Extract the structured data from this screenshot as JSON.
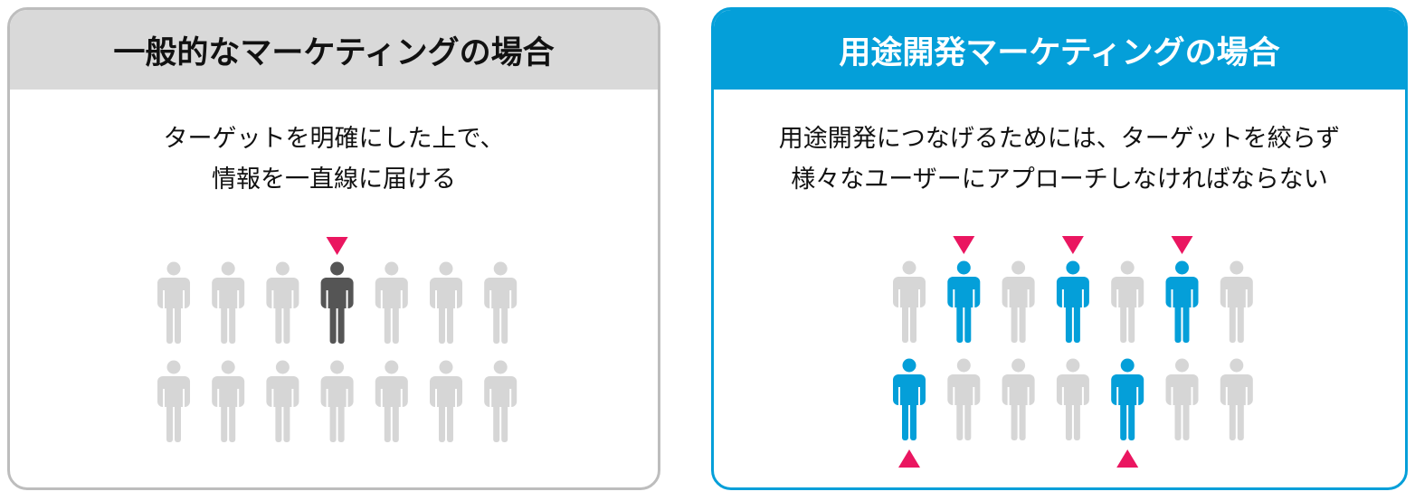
{
  "panels": [
    {
      "title": "一般的なマーケティングの場合",
      "description": [
        "ターゲットを明確にした上で、",
        "情報を一直線に届ける"
      ],
      "grid": [
        [
          "gray",
          "gray",
          "gray",
          "dark",
          "gray",
          "gray",
          "gray"
        ],
        [
          "gray",
          "gray",
          "gray",
          "gray",
          "gray",
          "gray",
          "gray"
        ]
      ],
      "markers_above": [
        [
          0,
          3
        ]
      ],
      "markers_below": []
    },
    {
      "title": "用途開発マーケティングの場合",
      "description": [
        "用途開発につなげるためには、ターゲットを絞らず",
        "様々なユーザーにアプローチしなければならない"
      ],
      "grid": [
        [
          "gray",
          "blue",
          "gray",
          "blue",
          "gray",
          "blue",
          "gray"
        ],
        [
          "blue",
          "gray",
          "gray",
          "gray",
          "blue",
          "gray",
          "gray"
        ]
      ],
      "markers_above": [
        [
          0,
          1
        ],
        [
          0,
          3
        ],
        [
          0,
          5
        ]
      ],
      "markers_below": [
        [
          1,
          0
        ],
        [
          1,
          4
        ]
      ]
    }
  ],
  "colors": {
    "gray": "#d6d6d6",
    "dark": "#555555",
    "blue": "#049fd9",
    "marker": "#ea1660"
  },
  "icons": {
    "person": "person-icon",
    "marker_down": "triangle-down-icon",
    "marker_up": "triangle-up-icon"
  }
}
